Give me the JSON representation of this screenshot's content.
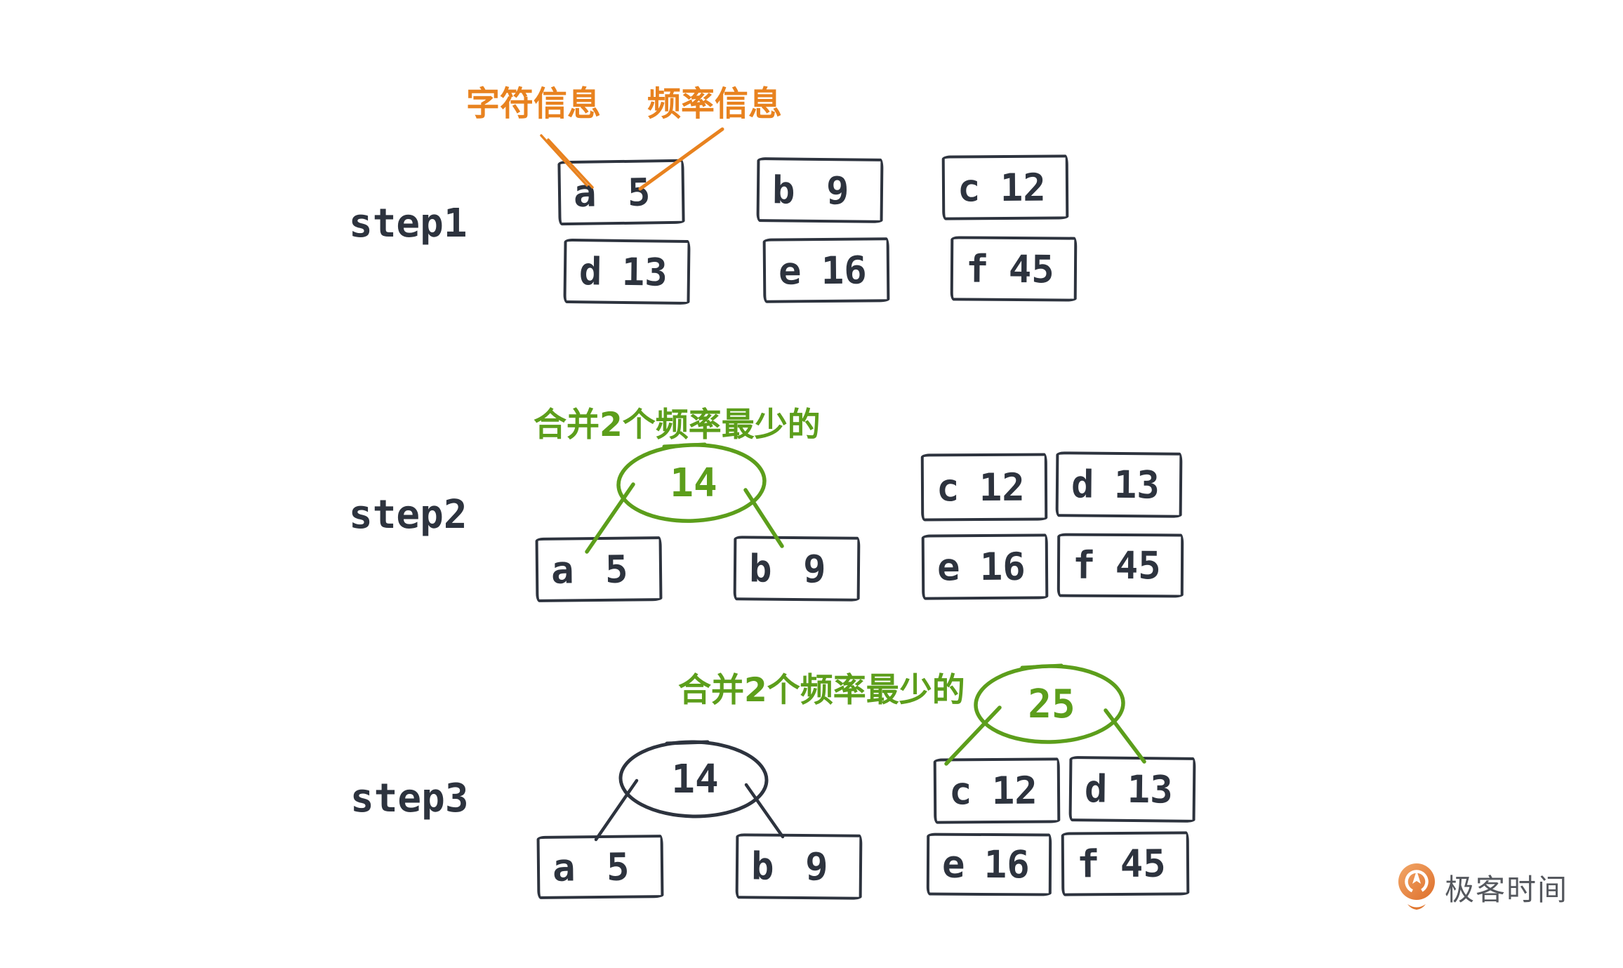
{
  "colors": {
    "ink": "#2d333e",
    "orange": "#e8821f",
    "green": "#5c9e1b",
    "logo_orange": "#de6f2b",
    "logo_text_color": "#55585e",
    "background": "#ffffff"
  },
  "annotations": {
    "char_label": "字符信息",
    "freq_label": "频率信息"
  },
  "steps": {
    "step1": {
      "label": "step1",
      "boxes": [
        {
          "ch": "a",
          "fr": "5"
        },
        {
          "ch": "b",
          "fr": "9"
        },
        {
          "ch": "c",
          "fr": "12"
        },
        {
          "ch": "d",
          "fr": "13"
        },
        {
          "ch": "e",
          "fr": "16"
        },
        {
          "ch": "f",
          "fr": "45"
        }
      ]
    },
    "step2": {
      "label": "step2",
      "merge_label": "合并2个频率最少的",
      "root_value": "14",
      "children": [
        {
          "ch": "a",
          "fr": "5"
        },
        {
          "ch": "b",
          "fr": "9"
        }
      ],
      "pool": [
        {
          "ch": "c",
          "fr": "12"
        },
        {
          "ch": "d",
          "fr": "13"
        },
        {
          "ch": "e",
          "fr": "16"
        },
        {
          "ch": "f",
          "fr": "45"
        }
      ]
    },
    "step3": {
      "label": "step3",
      "merge_label": "合并2个频率最少的",
      "tree_root_value": "14",
      "tree_children": [
        {
          "ch": "a",
          "fr": "5"
        },
        {
          "ch": "b",
          "fr": "9"
        }
      ],
      "merge_root_value": "25",
      "merge_children": [
        {
          "ch": "c",
          "fr": "12"
        },
        {
          "ch": "d",
          "fr": "13"
        }
      ],
      "pool": [
        {
          "ch": "e",
          "fr": "16"
        },
        {
          "ch": "f",
          "fr": "45"
        }
      ]
    }
  },
  "logo": {
    "text": "极客时间"
  }
}
